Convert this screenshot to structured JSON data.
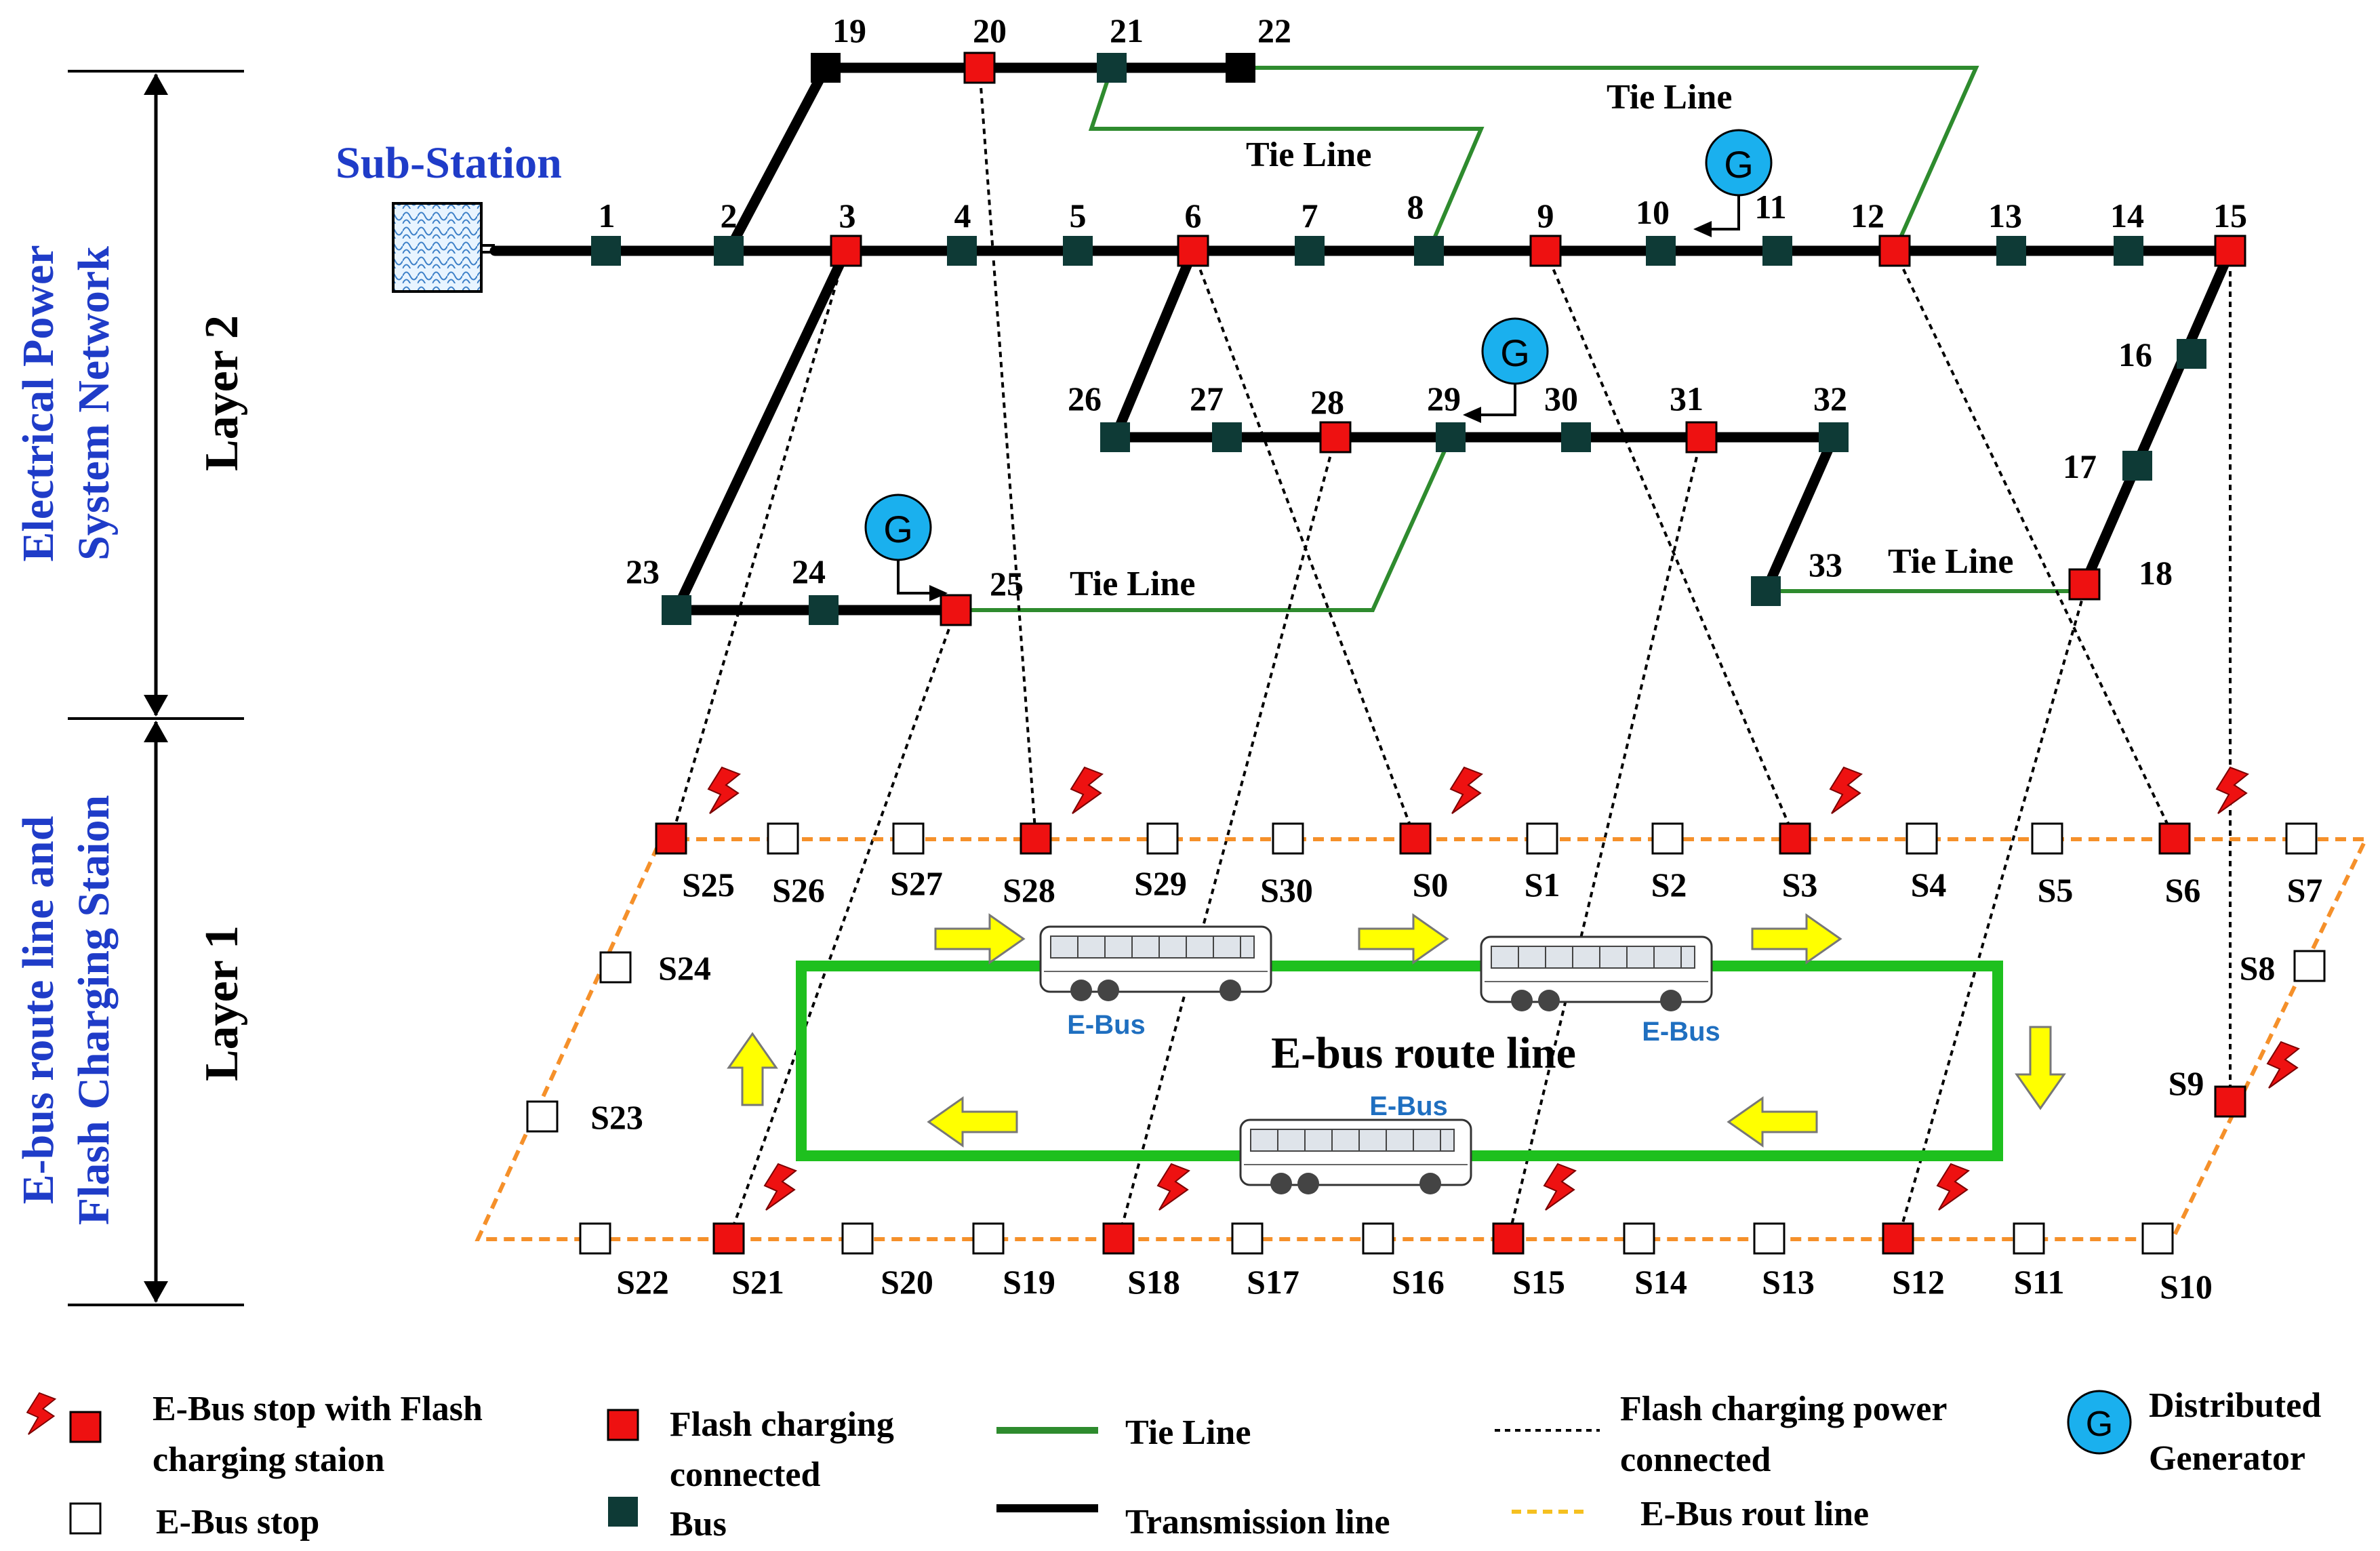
{
  "side_labels": {
    "epsn_line1": "Electrical Power",
    "epsn_line2": "System Network",
    "ebus_line1": "E-bus route line and",
    "ebus_line2": "Flash Charging Staion",
    "layer2": "Layer 2",
    "layer1": "Layer 1"
  },
  "substation_label": "Sub-Station",
  "buses": [
    {
      "id": "1",
      "type": "bus"
    },
    {
      "id": "2",
      "type": "bus"
    },
    {
      "id": "3",
      "type": "flash"
    },
    {
      "id": "4",
      "type": "bus"
    },
    {
      "id": "5",
      "type": "bus"
    },
    {
      "id": "6",
      "type": "flash"
    },
    {
      "id": "7",
      "type": "bus"
    },
    {
      "id": "8",
      "type": "bus"
    },
    {
      "id": "9",
      "type": "flash"
    },
    {
      "id": "10",
      "type": "bus"
    },
    {
      "id": "11",
      "type": "bus"
    },
    {
      "id": "12",
      "type": "flash"
    },
    {
      "id": "13",
      "type": "bus"
    },
    {
      "id": "14",
      "type": "bus"
    },
    {
      "id": "15",
      "type": "flash"
    },
    {
      "id": "16",
      "type": "bus"
    },
    {
      "id": "17",
      "type": "bus"
    },
    {
      "id": "18",
      "type": "flash"
    },
    {
      "id": "19",
      "type": "bus-black"
    },
    {
      "id": "20",
      "type": "flash"
    },
    {
      "id": "21",
      "type": "bus"
    },
    {
      "id": "22",
      "type": "bus-black"
    },
    {
      "id": "23",
      "type": "bus"
    },
    {
      "id": "24",
      "type": "bus"
    },
    {
      "id": "25",
      "type": "flash"
    },
    {
      "id": "26",
      "type": "bus"
    },
    {
      "id": "27",
      "type": "bus"
    },
    {
      "id": "28",
      "type": "flash"
    },
    {
      "id": "29",
      "type": "bus"
    },
    {
      "id": "30",
      "type": "bus"
    },
    {
      "id": "31",
      "type": "flash"
    },
    {
      "id": "32",
      "type": "bus"
    },
    {
      "id": "33",
      "type": "bus"
    }
  ],
  "generator_label": "G",
  "tie_line_label": "Tie Line",
  "stops": [
    {
      "id": "S0",
      "charging": true
    },
    {
      "id": "S1",
      "charging": false
    },
    {
      "id": "S2",
      "charging": false
    },
    {
      "id": "S3",
      "charging": true
    },
    {
      "id": "S4",
      "charging": false
    },
    {
      "id": "S5",
      "charging": false
    },
    {
      "id": "S6",
      "charging": true
    },
    {
      "id": "S7",
      "charging": false
    },
    {
      "id": "S8",
      "charging": false
    },
    {
      "id": "S9",
      "charging": true
    },
    {
      "id": "S10",
      "charging": false
    },
    {
      "id": "S11",
      "charging": false
    },
    {
      "id": "S12",
      "charging": true
    },
    {
      "id": "S13",
      "charging": false
    },
    {
      "id": "S14",
      "charging": false
    },
    {
      "id": "S15",
      "charging": true
    },
    {
      "id": "S16",
      "charging": false
    },
    {
      "id": "S17",
      "charging": false
    },
    {
      "id": "S18",
      "charging": true
    },
    {
      "id": "S19",
      "charging": false
    },
    {
      "id": "S20",
      "charging": false
    },
    {
      "id": "S21",
      "charging": true
    },
    {
      "id": "S22",
      "charging": false
    },
    {
      "id": "S23",
      "charging": false
    },
    {
      "id": "S24",
      "charging": false
    },
    {
      "id": "S25",
      "charging": true
    },
    {
      "id": "S26",
      "charging": false
    },
    {
      "id": "S27",
      "charging": false
    },
    {
      "id": "S28",
      "charging": true
    },
    {
      "id": "S29",
      "charging": false
    },
    {
      "id": "S30",
      "charging": false
    }
  ],
  "route_label": "E-bus route line",
  "ebus_label": "E-Bus",
  "legend": {
    "flash_stop_line1": "E-Bus stop with Flash",
    "flash_stop_line2": "charging staion",
    "stop": "E-Bus stop",
    "flash_connected_line1": "Flash charging",
    "flash_connected_line2": "connected",
    "bus": "Bus",
    "tie_line": "Tie Line",
    "transmission_line": "Transmission line",
    "flash_power_line1": "Flash charging power",
    "flash_power_line2": "connected",
    "route_line": "E-Bus rout line",
    "dg_line1": "Distributed",
    "dg_line2": "Generator"
  },
  "colors": {
    "flash_red": "#ee1111",
    "bus_dark": "#0e3a36",
    "tie_green": "#2e8b2e",
    "route_green": "#1ec01e",
    "route_orange": "#f5902a",
    "generator_blue": "#1ab0ee",
    "arrow_yellow": "#ffff00",
    "label_blue": "#1f3cc8"
  }
}
